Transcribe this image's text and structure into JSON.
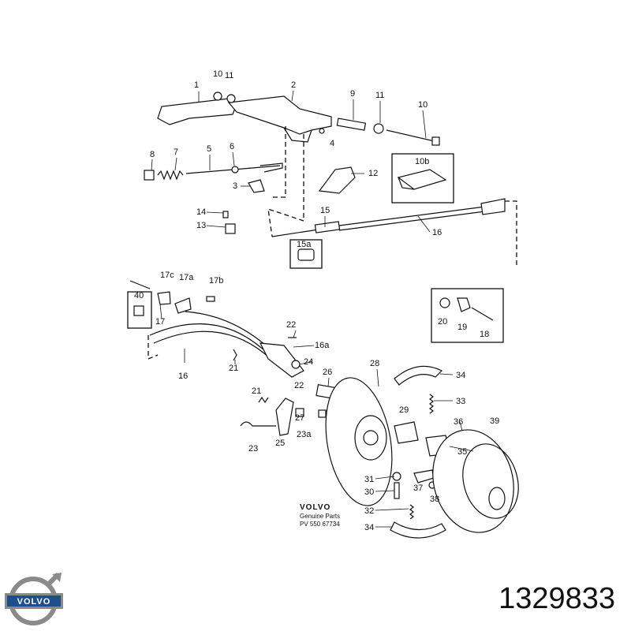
{
  "brand": {
    "logo_text": "VOLVO"
  },
  "part_number": "1329833",
  "stamp": {
    "brand": "VOLVO",
    "line1": "Genuine Parts",
    "line2": "PV 550 67734"
  },
  "callouts": [
    "10",
    "11",
    "1",
    "2",
    "9",
    "11",
    "10",
    "4",
    "8",
    "7",
    "5",
    "6",
    "12",
    "10b",
    "3",
    "14",
    "13",
    "15",
    "16",
    "15a",
    "17c",
    "17a",
    "17b",
    "40",
    "17",
    "20",
    "19",
    "18",
    "22",
    "16a",
    "21",
    "16",
    "24",
    "26",
    "28",
    "34",
    "21",
    "22",
    "33",
    "27",
    "29",
    "36",
    "39",
    "23a",
    "25",
    "23",
    "35",
    "31",
    "37",
    "30",
    "38",
    "32",
    "34"
  ],
  "colors": {
    "ink": "#111111",
    "logo_silver": "#8a8a8a",
    "logo_blue": "#1f4e8c"
  }
}
